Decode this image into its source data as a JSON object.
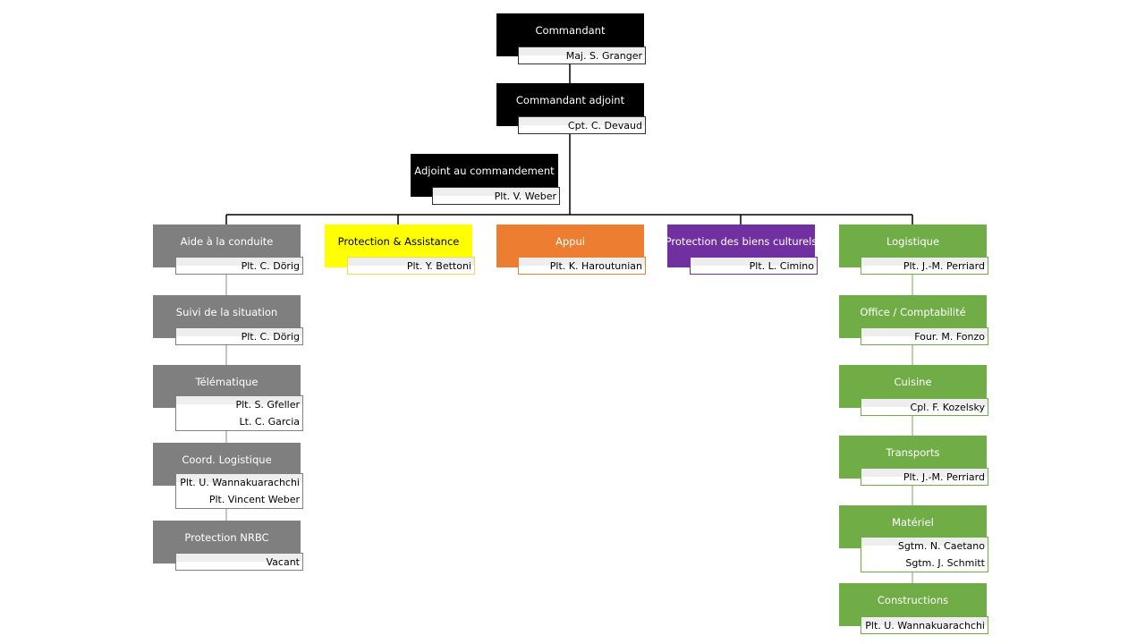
{
  "colors": {
    "black": "#000000",
    "gray": "#7f7f7f",
    "yellow": "#ffff00",
    "orange": "#ed7d31",
    "purple": "#7030a0",
    "green": "#70ad47"
  },
  "nodes": [
    {
      "id": "commandant",
      "title": "Commandant",
      "names": [
        "Maj. S. Granger"
      ],
      "color": "black"
    },
    {
      "id": "commandant-adjoint",
      "title": "Commandant adjoint",
      "names": [
        "Cpt. C. Devaud"
      ],
      "color": "black"
    },
    {
      "id": "adjoint-commandement",
      "title": "Adjoint au commandement",
      "names": [
        "Plt. V. Weber"
      ],
      "color": "black"
    },
    {
      "id": "aide-conduite",
      "title": "Aide à la conduite",
      "names": [
        "Plt. C. Dörig"
      ],
      "color": "gray"
    },
    {
      "id": "protection-assistance",
      "title": "Protection & Assistance",
      "names": [
        "Plt. Y. Bettoni"
      ],
      "color": "yellow"
    },
    {
      "id": "appui",
      "title": "Appui",
      "names": [
        "Plt. K. Haroutunian"
      ],
      "color": "orange"
    },
    {
      "id": "protection-biens-culturels",
      "title": "Protection des biens culturels",
      "names": [
        "Plt. L. Cimino"
      ],
      "color": "purple"
    },
    {
      "id": "logistique",
      "title": "Logistique",
      "names": [
        "Plt. J.-M. Perriard"
      ],
      "color": "green"
    },
    {
      "id": "suivi-situation",
      "title": "Suivi de la situation",
      "names": [
        "Plt. C. Dörig"
      ],
      "color": "gray"
    },
    {
      "id": "telematique",
      "title": "Télématique",
      "names": [
        "Plt. S. Gfeller",
        "Lt. C. Garcia"
      ],
      "color": "gray"
    },
    {
      "id": "coord-logistique",
      "title": "Coord. Logistique",
      "names": [
        "Plt. U. Wannakuarachchi",
        "Plt. Vincent Weber"
      ],
      "color": "gray"
    },
    {
      "id": "protection-nrbc",
      "title": "Protection NRBC",
      "names": [
        "Vacant"
      ],
      "color": "gray"
    },
    {
      "id": "office-comptabilite",
      "title": "Office / Comptabilité",
      "names": [
        "Four. M. Fonzo"
      ],
      "color": "green"
    },
    {
      "id": "cuisine",
      "title": "Cuisine",
      "names": [
        "Cpl. F. Kozelsky"
      ],
      "color": "green"
    },
    {
      "id": "transports",
      "title": "Transports",
      "names": [
        "Plt. J.-M. Perriard"
      ],
      "color": "green"
    },
    {
      "id": "materiel",
      "title": "Matériel",
      "names": [
        "Sgtm. N. Caetano",
        "Sgtm. J. Schmitt"
      ],
      "color": "green"
    },
    {
      "id": "constructions",
      "title": "Constructions",
      "names": [
        "Plt. U. Wannakuarachchi"
      ],
      "color": "green"
    }
  ]
}
